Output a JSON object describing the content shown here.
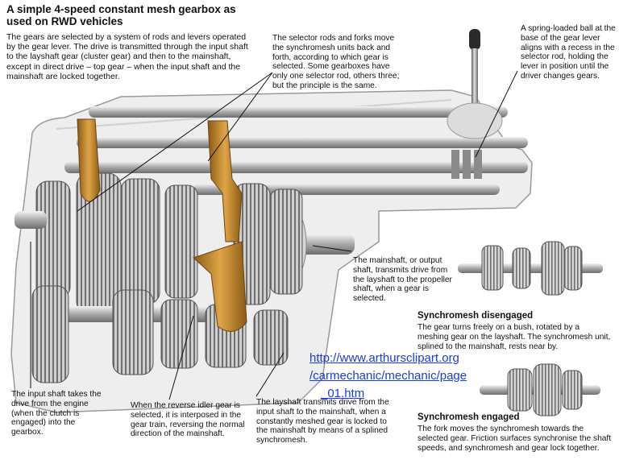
{
  "title": "A simple 4-speed constant mesh gearbox as used on RWD vehicles",
  "intro": "The gears are selected by a system of rods and levers operated by the gear lever. The drive is transmitted through the input shaft to the layshaft gear (cluster gear) and then to the mainshaft, except in direct drive – top gear – when the input shaft and the mainshaft are locked together.",
  "captions": {
    "selector_rods": "The selector rods and forks move the synchromesh units back and forth, according to which gear is selected. Some gearboxes have only one selector rod, others three; but the principle is the same.",
    "spring_ball": "A spring-loaded ball at the base of the gear lever aligns with a recess in the selector rod, holding the lever in position until the driver changes gears.",
    "mainshaft": "The mainshaft, or output shaft, transmits drive from the layshaft to the propeller shaft, when a gear is selected.",
    "input_shaft": "The input shaft takes the drive from the engine (when the clutch is engaged) into the gearbox.",
    "reverse_idler": "When the reverse idler gear is selected, it is interposed in the gear train, reversing the normal direction of the mainshaft.",
    "layshaft": "The layshaft transmits drive from the input shaft to the mainshaft, when a constantly meshed gear is locked to the mainshaft by means of a splined synchromesh."
  },
  "synchro_disengaged": {
    "heading": "Synchromesh disengaged",
    "text": "The gear turns freely on a bush, rotated by a meshing gear on the layshaft. The synchromesh unit, splined to the mainshaft, rests near by."
  },
  "synchro_engaged": {
    "heading": "Synchromesh engaged",
    "text": "The fork moves the synchromesh towards the selected gear. Friction surfaces synchronise the shaft speeds, and synchromesh and gear lock together."
  },
  "watermark": {
    "line1": "http://www.arthursclipart.org",
    "line2": "/carmechanic/mechanic/page",
    "line3": "_01.htm"
  },
  "colors": {
    "metal": "#c8c8c8",
    "casing": "#f2f2f2",
    "fork": "#c8862a",
    "link": "#1a3dd8"
  }
}
